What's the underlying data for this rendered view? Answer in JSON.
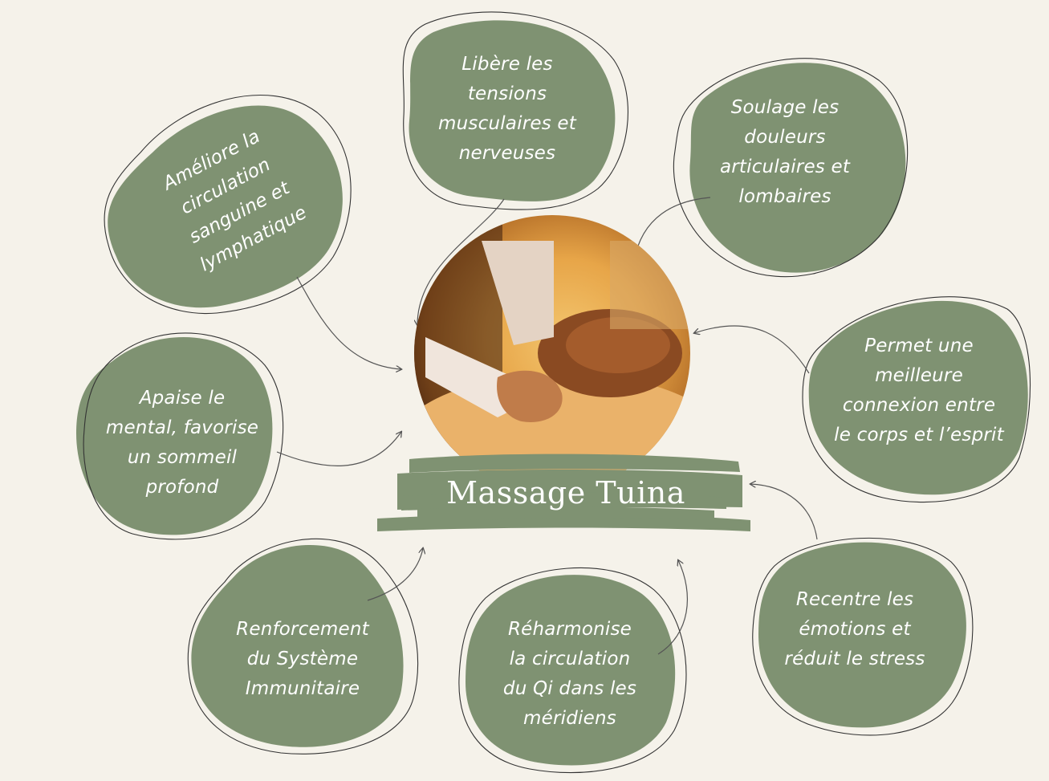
{
  "center": {
    "title": "Massage Tuina",
    "photo": "massage-photo"
  },
  "benefits": [
    {
      "id": "ameliore",
      "text": "Améliore la\ncirculation\nsanguine et\nlymphatique"
    },
    {
      "id": "libere",
      "text": "Libère les\ntensions\nmusculaires et\nnerveuses"
    },
    {
      "id": "soulage",
      "text": "Soulage les\ndouleurs\narticulaires et\nlombaires"
    },
    {
      "id": "permet",
      "text": "Permet une\nmeilleure\nconnexion entre\nle corps et l’esprit"
    },
    {
      "id": "apaise",
      "text": "Apaise le\nmental, favorise\nun sommeil\nprofond"
    },
    {
      "id": "renforcement",
      "text": "Renforcement\ndu Système\nImmunitaire"
    },
    {
      "id": "reharmonise",
      "text": "Réharmonise\nla circulation\ndu Qi dans les\nméridiens"
    },
    {
      "id": "recentre",
      "text": "Recentre les\némotions et\nréduit le stress"
    }
  ],
  "colors": {
    "background": "#f5f2ea",
    "blob": "#7f9272",
    "text": "#ffffff",
    "line": "#4a4a4a"
  }
}
